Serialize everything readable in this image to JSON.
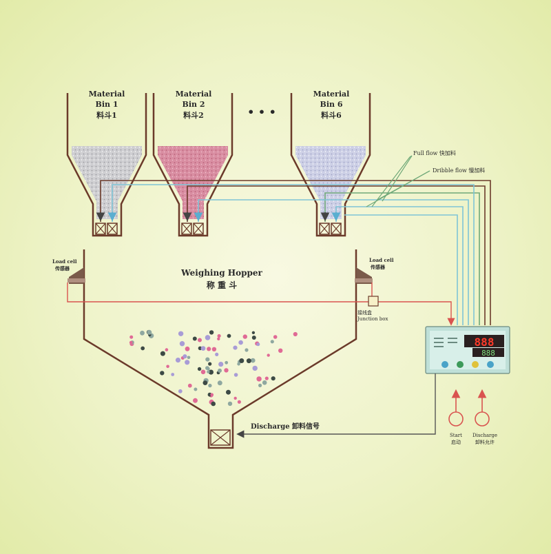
{
  "bins": [
    {
      "name_en_1": "Material",
      "name_en_2": "Bin  1",
      "name_cn": "料斗1",
      "fill": "#c9c9cc"
    },
    {
      "name_en_1": "Material",
      "name_en_2": "Bin  2",
      "name_cn": "料斗2",
      "fill": "#d98ca0"
    },
    {
      "name_en_1": "Material",
      "name_en_2": "Bin  6",
      "name_cn": "料斗6",
      "fill": "#c8cbe0"
    }
  ],
  "ellipsis": "• • •",
  "legend": {
    "full_flow": "Full flow 快加料",
    "dribble_flow": "Dribble flow 慢加料"
  },
  "load_cell": {
    "en": "Load cell",
    "cn": "传感器"
  },
  "hopper": {
    "en": "Weighing Hopper",
    "cn": "称 重 斗"
  },
  "junction": {
    "cn": "接线盒",
    "en": "Junction box"
  },
  "controller": {
    "display_top": "888",
    "display_bottom": "888",
    "button_colors": [
      "#4aa3c8",
      "#3d9a5a",
      "#e0c23a",
      "#4aa3c8"
    ]
  },
  "discharge_signal": {
    "label": "Discharge  卸料信号"
  },
  "buttons": [
    {
      "en": "Start",
      "cn": "启动"
    },
    {
      "en": "Discharge",
      "cn": "卸料允许"
    }
  ],
  "colors": {
    "frame": "#6b3a2a",
    "full_flow_line": "#6fa878",
    "dribble_flow_line": "#7ec4d6",
    "signal_line": "#d9534f",
    "display_red": "#ff3a2a",
    "display_green": "#7ee07e"
  },
  "particle_colors": [
    "#3d4a45",
    "#e06a95",
    "#a89cd6",
    "#8fa8a0"
  ]
}
